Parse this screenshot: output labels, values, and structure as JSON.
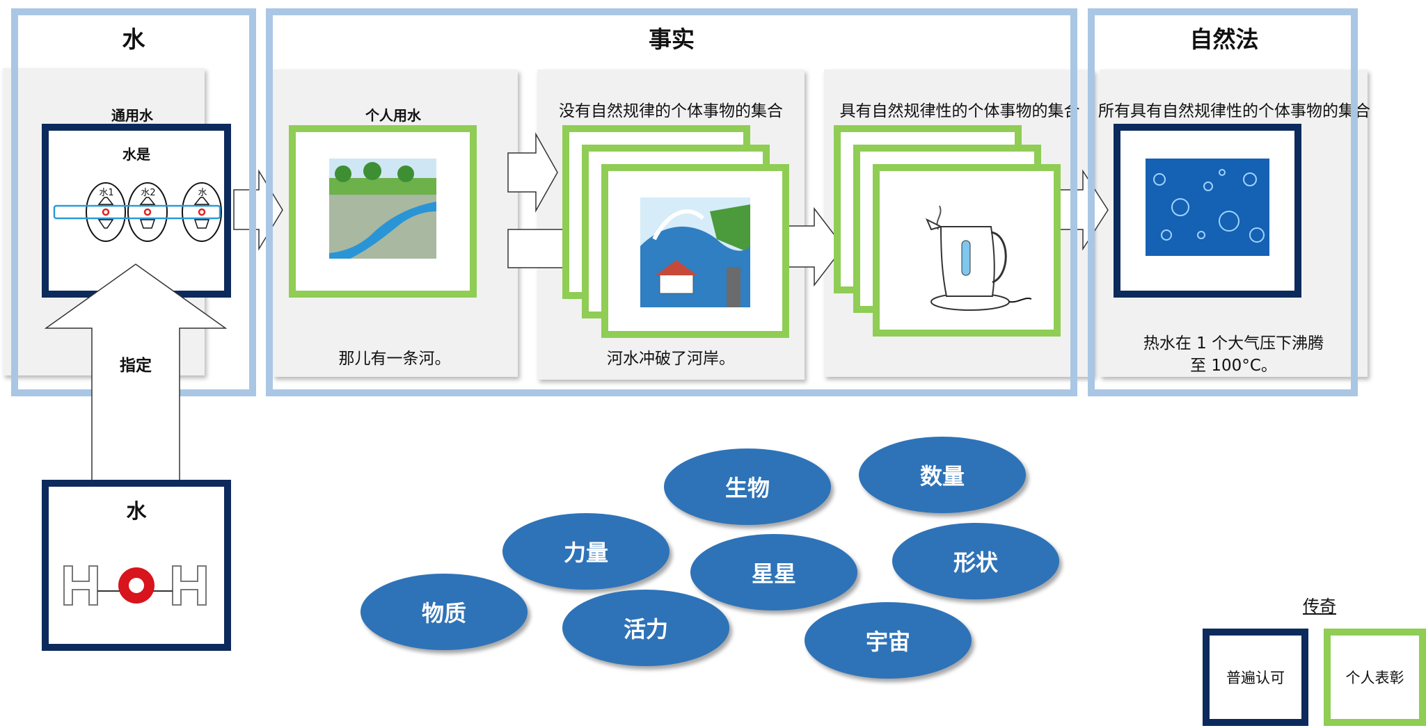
{
  "sections": {
    "water": "水",
    "facts": "事实",
    "natural_law": "自然法"
  },
  "panel1": {
    "label": "通用水",
    "inner_title": "水是",
    "ovals": [
      "水1",
      "水2",
      "水"
    ]
  },
  "panel2": {
    "label": "个人用水",
    "caption": "那儿有一条河。",
    "image": "river-illustration"
  },
  "panel3": {
    "label": "没有自然规律的个体事物的集合",
    "caption": "河水冲破了河岸。",
    "image": "flood-illustration"
  },
  "panel4": {
    "label": "具有自然规律性的个体事物的集合",
    "image": "kettle-illustration"
  },
  "panel5": {
    "label": "所有具有自然规律性的个体事物的集合",
    "caption_line1": "热水在 1 个大气压下沸腾",
    "caption_line2": "至 100°C。",
    "image": "bubbles-illustration"
  },
  "designate_arrow": "指定",
  "bottom_box": {
    "title": "水",
    "image": "h2o-molecule-characters"
  },
  "concepts": [
    "生物",
    "数量",
    "力量",
    "星星",
    "形状",
    "物质",
    "活力",
    "宇宙"
  ],
  "legend": {
    "title": "传奇",
    "universal": "普遍认可",
    "personal": "个人表彰"
  },
  "colors": {
    "frame_blue": "#a9c7e4",
    "navy": "#0c2a5c",
    "green": "#8fcd55",
    "ellipse_blue": "#2e73b8",
    "panel_gray": "#f1f1f1"
  }
}
